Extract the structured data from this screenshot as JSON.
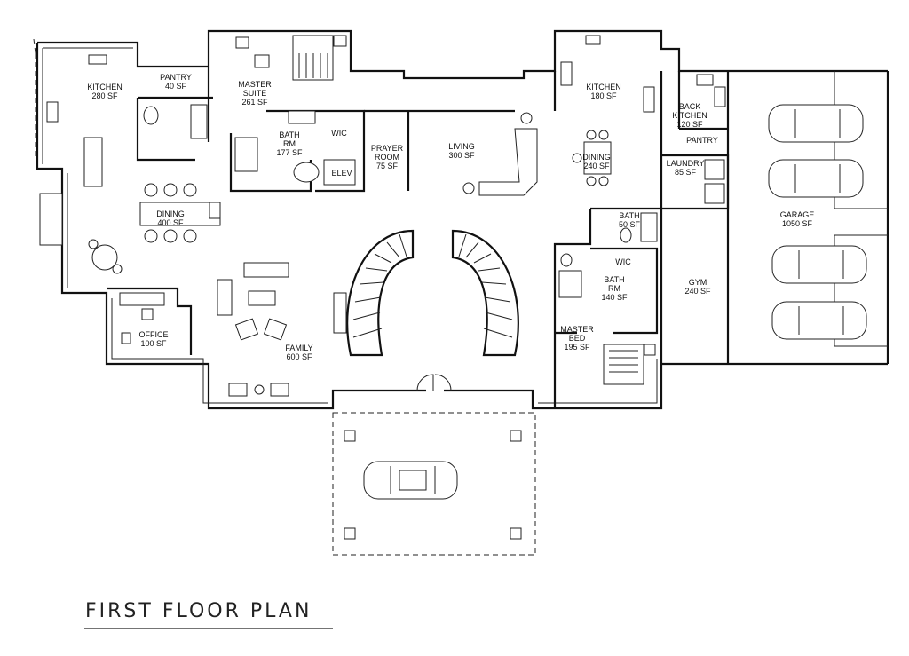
{
  "title": "FIRST FLOOR PLAN",
  "rooms": [
    {
      "id": "kitchen-left",
      "name": "KITCHEN",
      "area": "280 SF"
    },
    {
      "id": "pantry-left",
      "name": "PANTRY",
      "area": "40 SF"
    },
    {
      "id": "master-suite",
      "name": "MASTER SUITE",
      "area": "261 SF"
    },
    {
      "id": "bath-upper",
      "name": "BATH RM",
      "area": "177 SF"
    },
    {
      "id": "wic-upper",
      "name": "WIC",
      "area": ""
    },
    {
      "id": "elev",
      "name": "ELEV",
      "area": ""
    },
    {
      "id": "prayer-room",
      "name": "PRAYER ROOM",
      "area": "75 SF"
    },
    {
      "id": "living",
      "name": "LIVING",
      "area": "300 SF"
    },
    {
      "id": "kitchen-right",
      "name": "KITCHEN",
      "area": "180 SF"
    },
    {
      "id": "dining-right",
      "name": "DINING",
      "area": "240 SF"
    },
    {
      "id": "back-kitchen",
      "name": "BACK KITCHEN",
      "area": "120 SF"
    },
    {
      "id": "pantry-right",
      "name": "PANTRY",
      "area": ""
    },
    {
      "id": "laundry",
      "name": "LAUNDRY",
      "area": "85 SF"
    },
    {
      "id": "dining-left",
      "name": "DINING",
      "area": "400 SF"
    },
    {
      "id": "garage",
      "name": "GARAGE",
      "area": "1050 SF"
    },
    {
      "id": "bath-small",
      "name": "BATH",
      "area": "50 SF"
    },
    {
      "id": "wic-lower",
      "name": "WIC",
      "area": ""
    },
    {
      "id": "bath-lower",
      "name": "BATH RM",
      "area": "140 SF"
    },
    {
      "id": "gym",
      "name": "GYM",
      "area": "240 SF"
    },
    {
      "id": "office",
      "name": "OFFICE",
      "area": "100 SF"
    },
    {
      "id": "master-bed",
      "name": "MASTER BED",
      "area": "195 SF"
    },
    {
      "id": "family",
      "name": "FAMILY",
      "area": "600 SF"
    }
  ]
}
